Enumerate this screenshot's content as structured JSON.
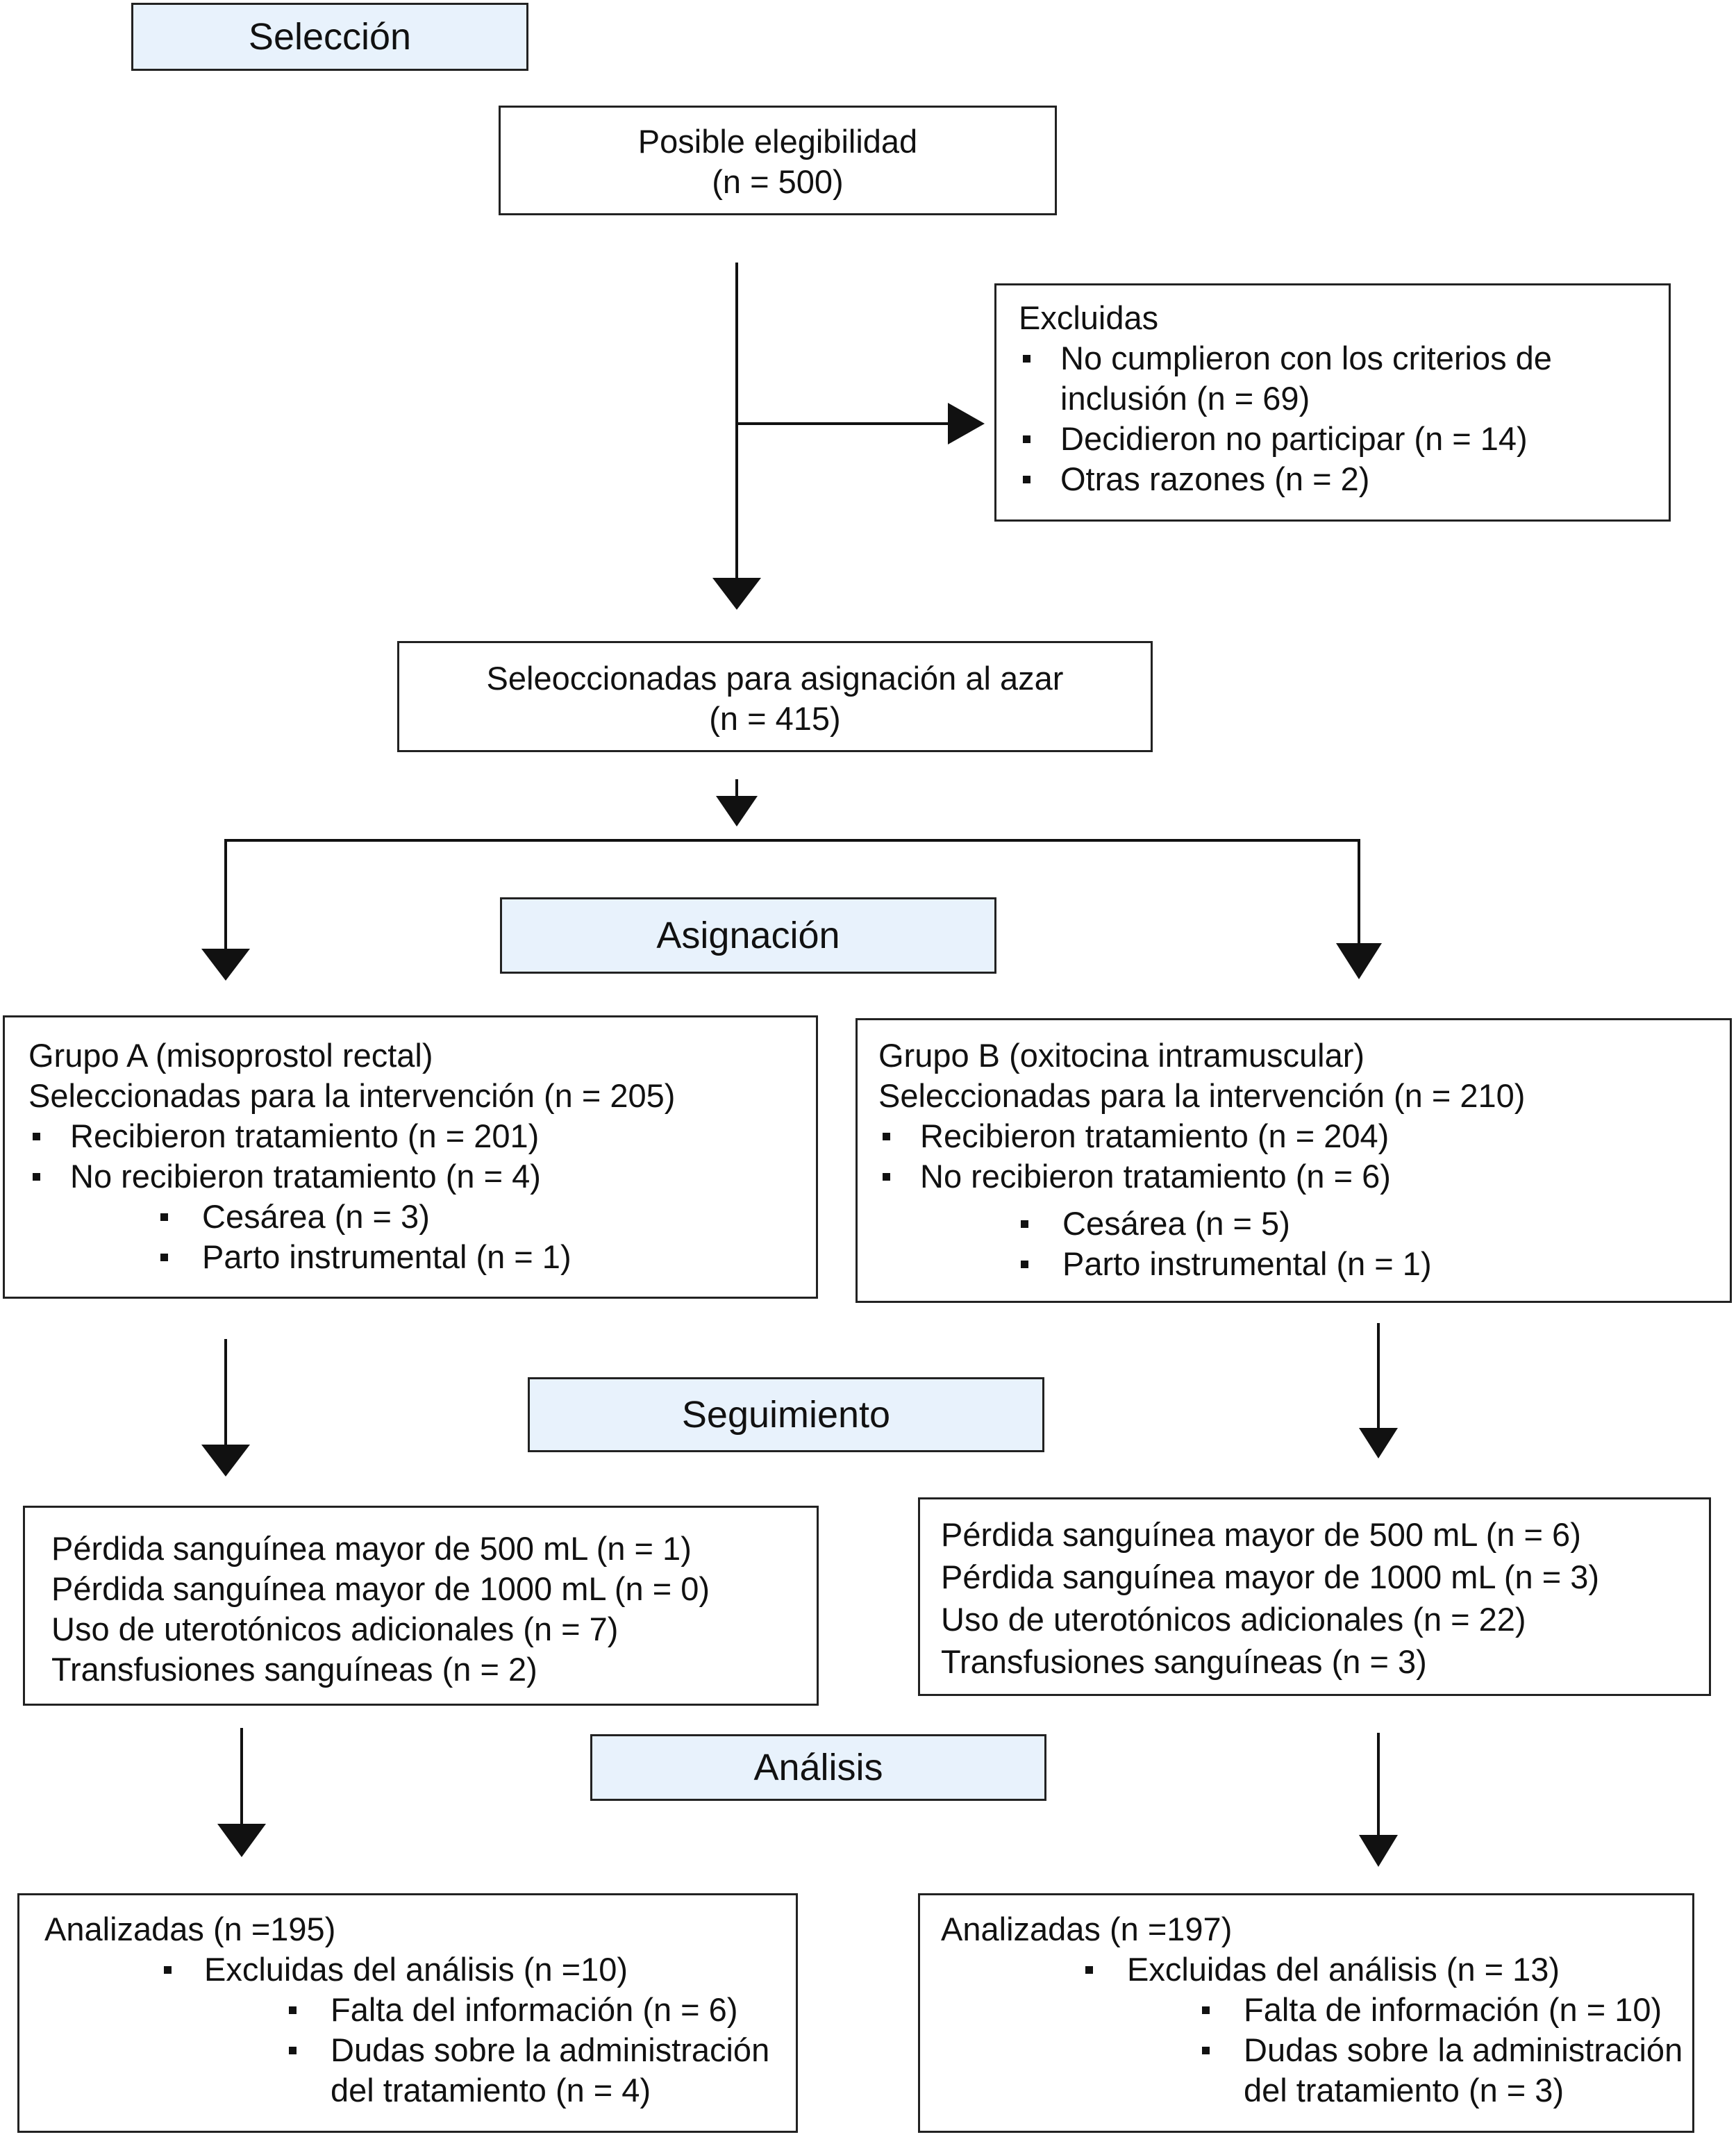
{
  "phases": {
    "seleccion": "Selección",
    "asignacion": "Asignación",
    "seguimiento": "Seguimiento",
    "analisis": "Análisis"
  },
  "eligibility": {
    "title": "Posible elegibilidad",
    "n": "(n = 500)"
  },
  "excluded": {
    "title": "Excluidas",
    "items": [
      "No cumplieron con los criterios de",
      "inclusión (n = 69)",
      "Decidieron no participar (n = 14)",
      "Otras razones (n = 2)"
    ]
  },
  "randomized": {
    "title": "Seleoccionadas para asignación al azar",
    "n": "(n = 415)"
  },
  "group_a": {
    "title": "Grupo A (misoprostol rectal)",
    "selected": "Seleccionadas para la intervención (n = 205)",
    "received": "Recibieron tratamiento (n = 201)",
    "not_received": "No recibieron tratamiento (n = 4)",
    "cesarea": "Cesárea (n = 3)",
    "parto": "Parto instrumental (n = 1)"
  },
  "group_b": {
    "title": "Grupo B (oxitocina intramuscular)",
    "selected": "Seleccionadas para la intervención (n = 210)",
    "received": "Recibieron tratamiento (n = 204)",
    "not_received": "No recibieron tratamiento (n = 6)",
    "cesarea": "Cesárea (n = 5)",
    "parto": "Parto instrumental (n = 1)"
  },
  "followup_a": [
    "Pérdida sanguínea mayor de 500 mL (n = 1)",
    "Pérdida sanguínea mayor de 1000 mL (n = 0)",
    "Uso de uterotónicos adicionales (n = 7)",
    "Transfusiones sanguíneas (n = 2)"
  ],
  "followup_b": [
    "Pérdida sanguínea mayor de 500 mL (n = 6)",
    "Pérdida sanguínea mayor de 1000 mL (n = 3)",
    "Uso de uterotónicos adicionales (n = 22)",
    "Transfusiones sanguíneas (n = 3)"
  ],
  "analysis_a": {
    "title": "Analizadas (n =195)",
    "excluded": "Excluidas del análisis (n =10)",
    "missing": "Falta del información (n = 6)",
    "doubts_1": "Dudas sobre la administración",
    "doubts_2": "del tratamiento (n = 4)"
  },
  "analysis_b": {
    "title": "Analizadas (n =197)",
    "excluded": "Excluidas del análisis (n = 13)",
    "missing": "Falta de información (n = 10)",
    "doubts_1": "Dudas sobre la administración",
    "doubts_2": "del tratamiento (n = 3)"
  }
}
